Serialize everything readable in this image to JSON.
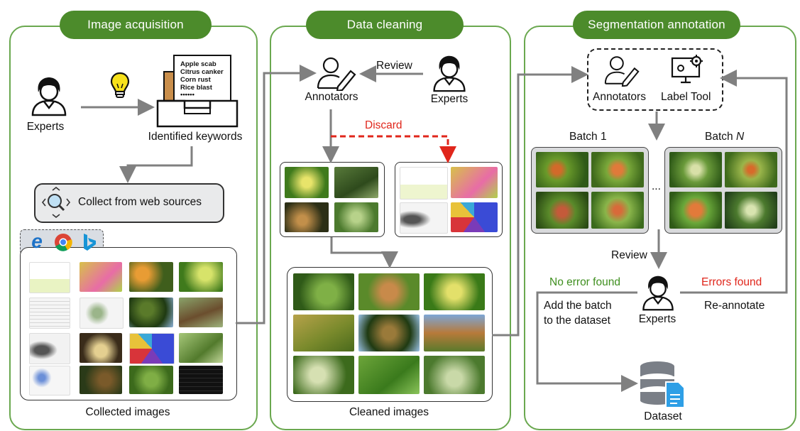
{
  "panels": {
    "acquisition": {
      "title": "Image acquisition",
      "experts_label": "Experts",
      "keywords": [
        "Apple scab",
        "Citrus canker",
        "Corn rust",
        "Rice blast",
        "••••••"
      ],
      "keywords_label": "Identified keywords",
      "collect_label": "Collect from web sources",
      "browser_icons": [
        "ie-icon",
        "chrome-icon",
        "bing-icon"
      ],
      "collected_label": "Collected images"
    },
    "cleaning": {
      "title": "Data cleaning",
      "annotators_label": "Annotators",
      "review_label": "Review",
      "experts_label": "Experts",
      "discard_label": "Discard",
      "cleaned_label": "Cleaned images"
    },
    "segmentation": {
      "title": "Segmentation annotation",
      "annotators_label": "Annotators",
      "label_tool_label": "Label Tool",
      "batch1_label": "Batch 1",
      "batchn_prefix": "Batch ",
      "batchn_var": "N",
      "ellipsis": "...",
      "review_label": "Review",
      "no_error_label": "No error found",
      "errors_label": "Errors found",
      "add_batch_line1": "Add the batch",
      "add_batch_line2": "to the dataset",
      "reannotate_label": "Re-annotate",
      "experts_label": "Experts",
      "dataset_label": "Dataset"
    }
  },
  "colors": {
    "green_frame": "#6aa84f",
    "green_pill": "#4c8b2b",
    "arrow_gray": "#808080",
    "discard_red": "#e0261b",
    "no_error_green": "#3f8f1f"
  }
}
